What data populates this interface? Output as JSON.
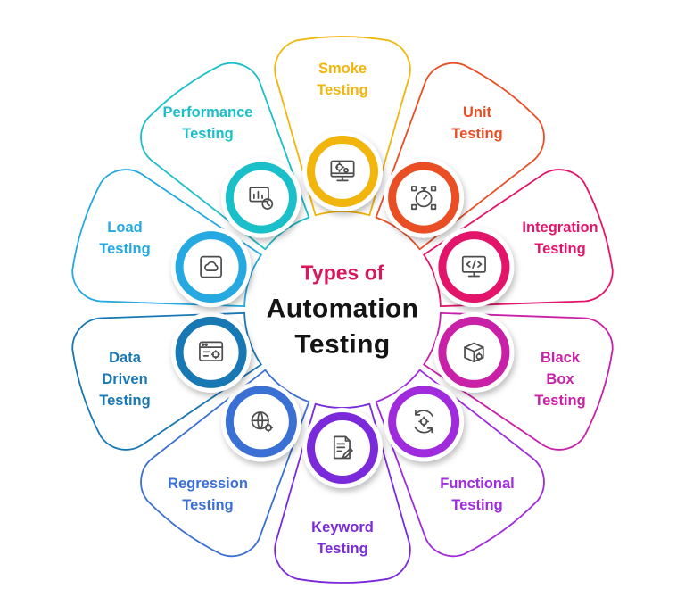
{
  "background": "#ffffff",
  "title": {
    "line1": "Types of",
    "line2": "Automation",
    "line3": "Testing",
    "accent_color": "#D6195F",
    "main_color": "#141414"
  },
  "segments": [
    {
      "id": "smoke",
      "label_lines": [
        "Smoke",
        "Testing"
      ],
      "color": "#F2B50D",
      "icon": "monitor-gear-icon"
    },
    {
      "id": "unit",
      "label_lines": [
        "Unit",
        "Testing"
      ],
      "color": "#E94E24",
      "icon": "stopwatch-icon"
    },
    {
      "id": "integration",
      "label_lines": [
        "Integration",
        "Testing"
      ],
      "color": "#E3156A",
      "icon": "monitor-code-icon"
    },
    {
      "id": "black-box",
      "label_lines": [
        "Black",
        "Box",
        "Testing"
      ],
      "color": "#C821A8",
      "icon": "package-box-icon"
    },
    {
      "id": "functional",
      "label_lines": [
        "Functional",
        "Testing"
      ],
      "color": "#A02BDC",
      "icon": "gears-cycle-icon"
    },
    {
      "id": "keyword",
      "label_lines": [
        "Keyword",
        "Testing"
      ],
      "color": "#7A2AD9",
      "icon": "document-edit-icon"
    },
    {
      "id": "regression",
      "label_lines": [
        "Regression",
        "Testing"
      ],
      "color": "#3A70D4",
      "icon": "globe-gear-icon"
    },
    {
      "id": "data-driven",
      "label_lines": [
        "Data",
        "Driven",
        "Testing"
      ],
      "color": "#1878B4",
      "icon": "window-gear-icon"
    },
    {
      "id": "load",
      "label_lines": [
        "Load",
        "Testing"
      ],
      "color": "#25A9E0",
      "icon": "cloud-box-icon"
    },
    {
      "id": "performance",
      "label_lines": [
        "Performance",
        "Testing"
      ],
      "color": "#1ABFC9",
      "icon": "chart-clock-icon"
    }
  ]
}
